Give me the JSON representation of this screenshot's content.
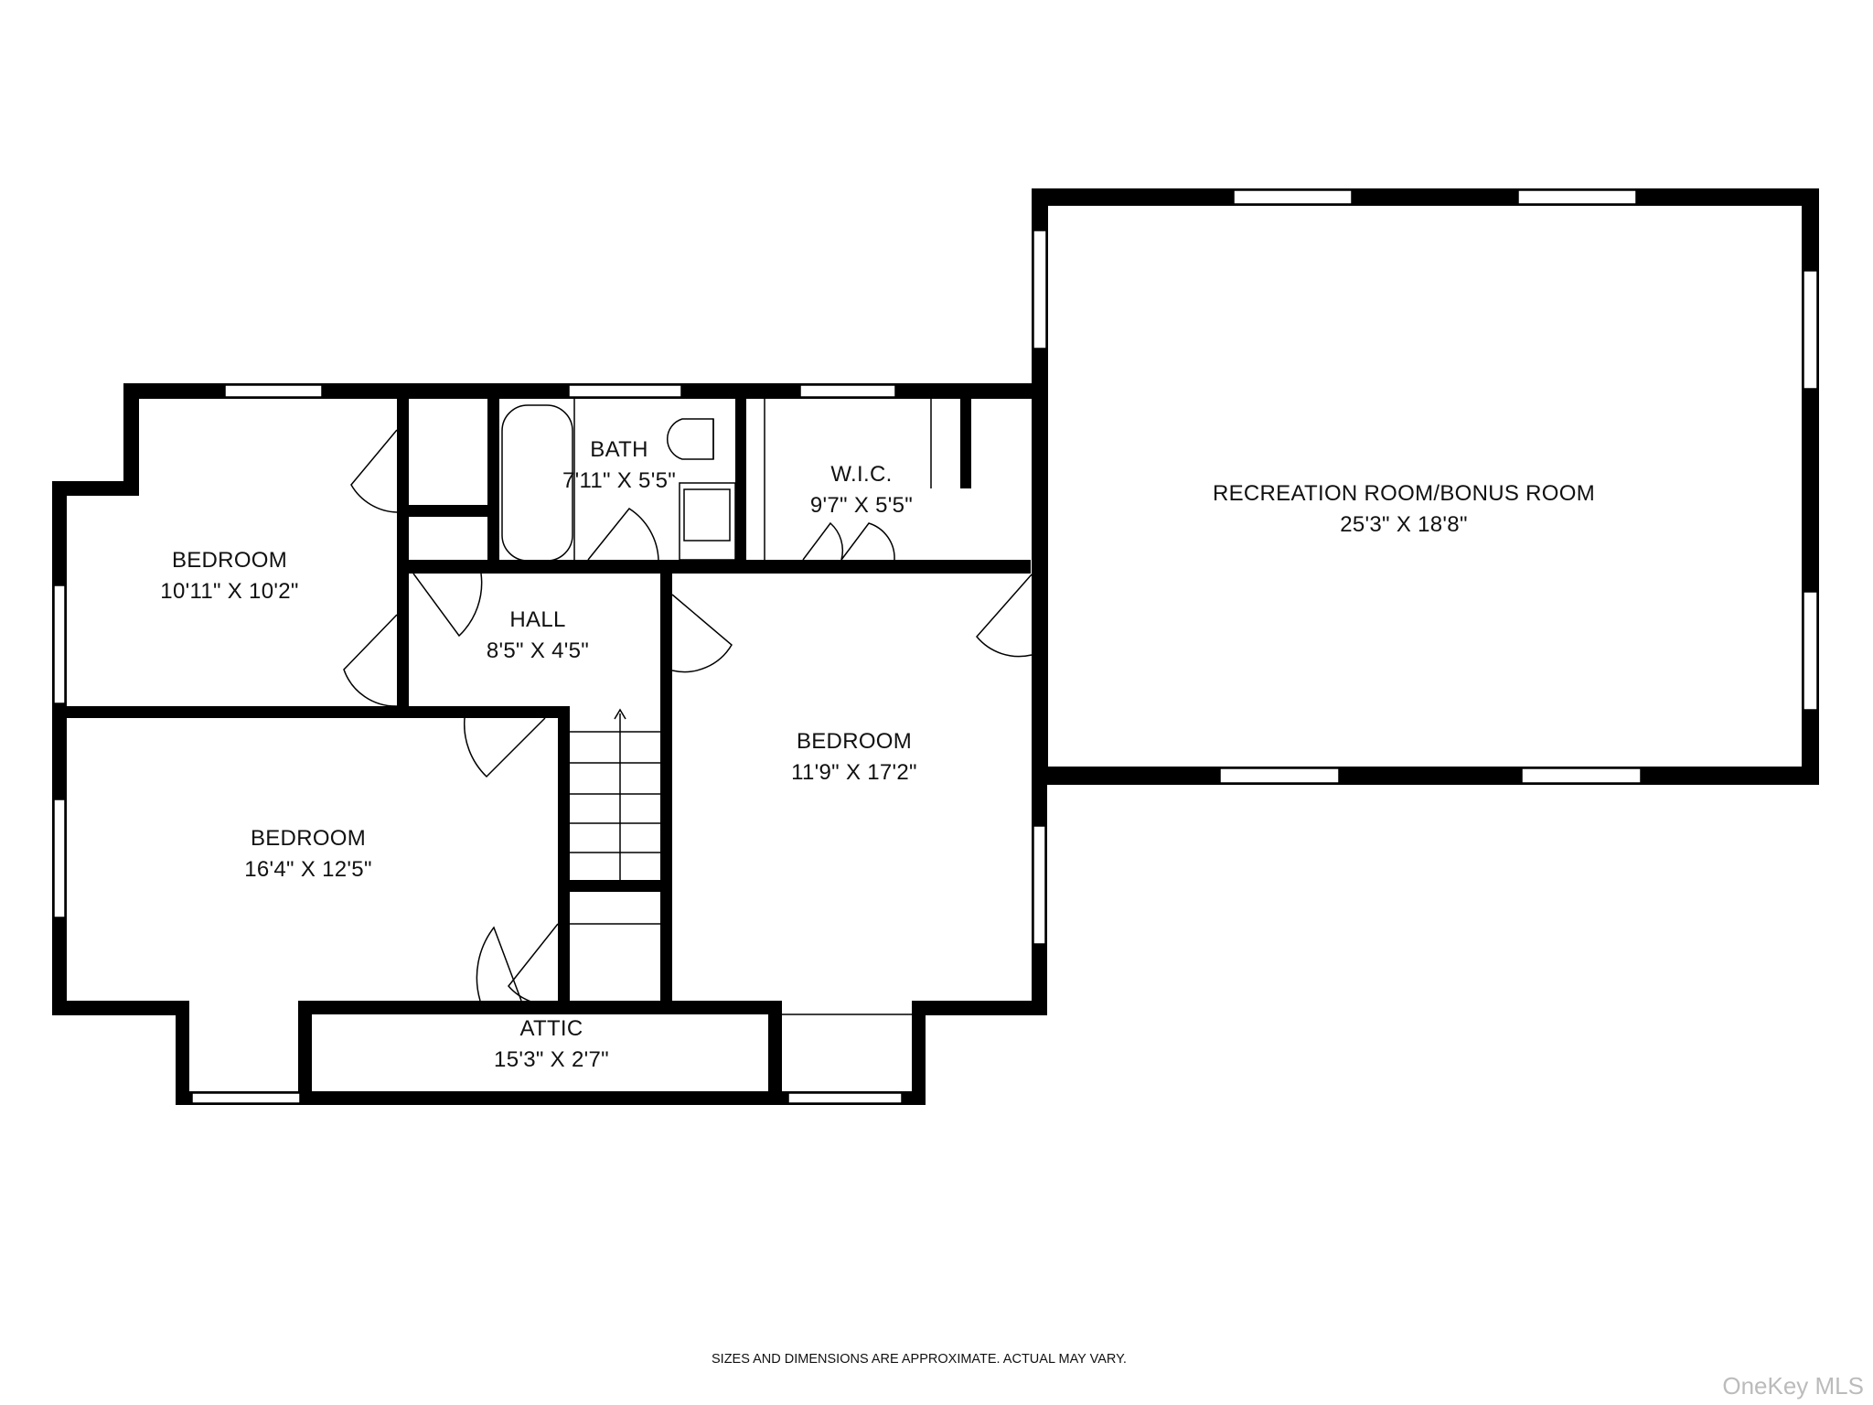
{
  "floorplan": {
    "rooms": [
      {
        "id": "bedroom-1",
        "name": "BEDROOM",
        "dims": "10'11\" X 10'2\""
      },
      {
        "id": "bath",
        "name": "BATH",
        "dims": "7'11\" X 5'5\""
      },
      {
        "id": "wic",
        "name": "W.I.C.",
        "dims": "9'7\" X 5'5\""
      },
      {
        "id": "recreation",
        "name": "RECREATION ROOM/BONUS ROOM",
        "dims": "25'3\" X 18'8\""
      },
      {
        "id": "hall",
        "name": "HALL",
        "dims": "8'5\" X 4'5\""
      },
      {
        "id": "bedroom-2",
        "name": "BEDROOM",
        "dims": "11'9\" X 17'2\""
      },
      {
        "id": "bedroom-3",
        "name": "BEDROOM",
        "dims": "16'4\" X 12'5\""
      },
      {
        "id": "attic",
        "name": "ATTIC",
        "dims": "15'3\" X 2'7\""
      }
    ],
    "colors": {
      "wall": "#000000",
      "background": "#ffffff",
      "brand": "#bbbbbb"
    }
  },
  "footer": {
    "disclaimer": "SIZES AND DIMENSIONS ARE APPROXIMATE. ACTUAL MAY VARY.",
    "brand": "OneKey MLS"
  }
}
